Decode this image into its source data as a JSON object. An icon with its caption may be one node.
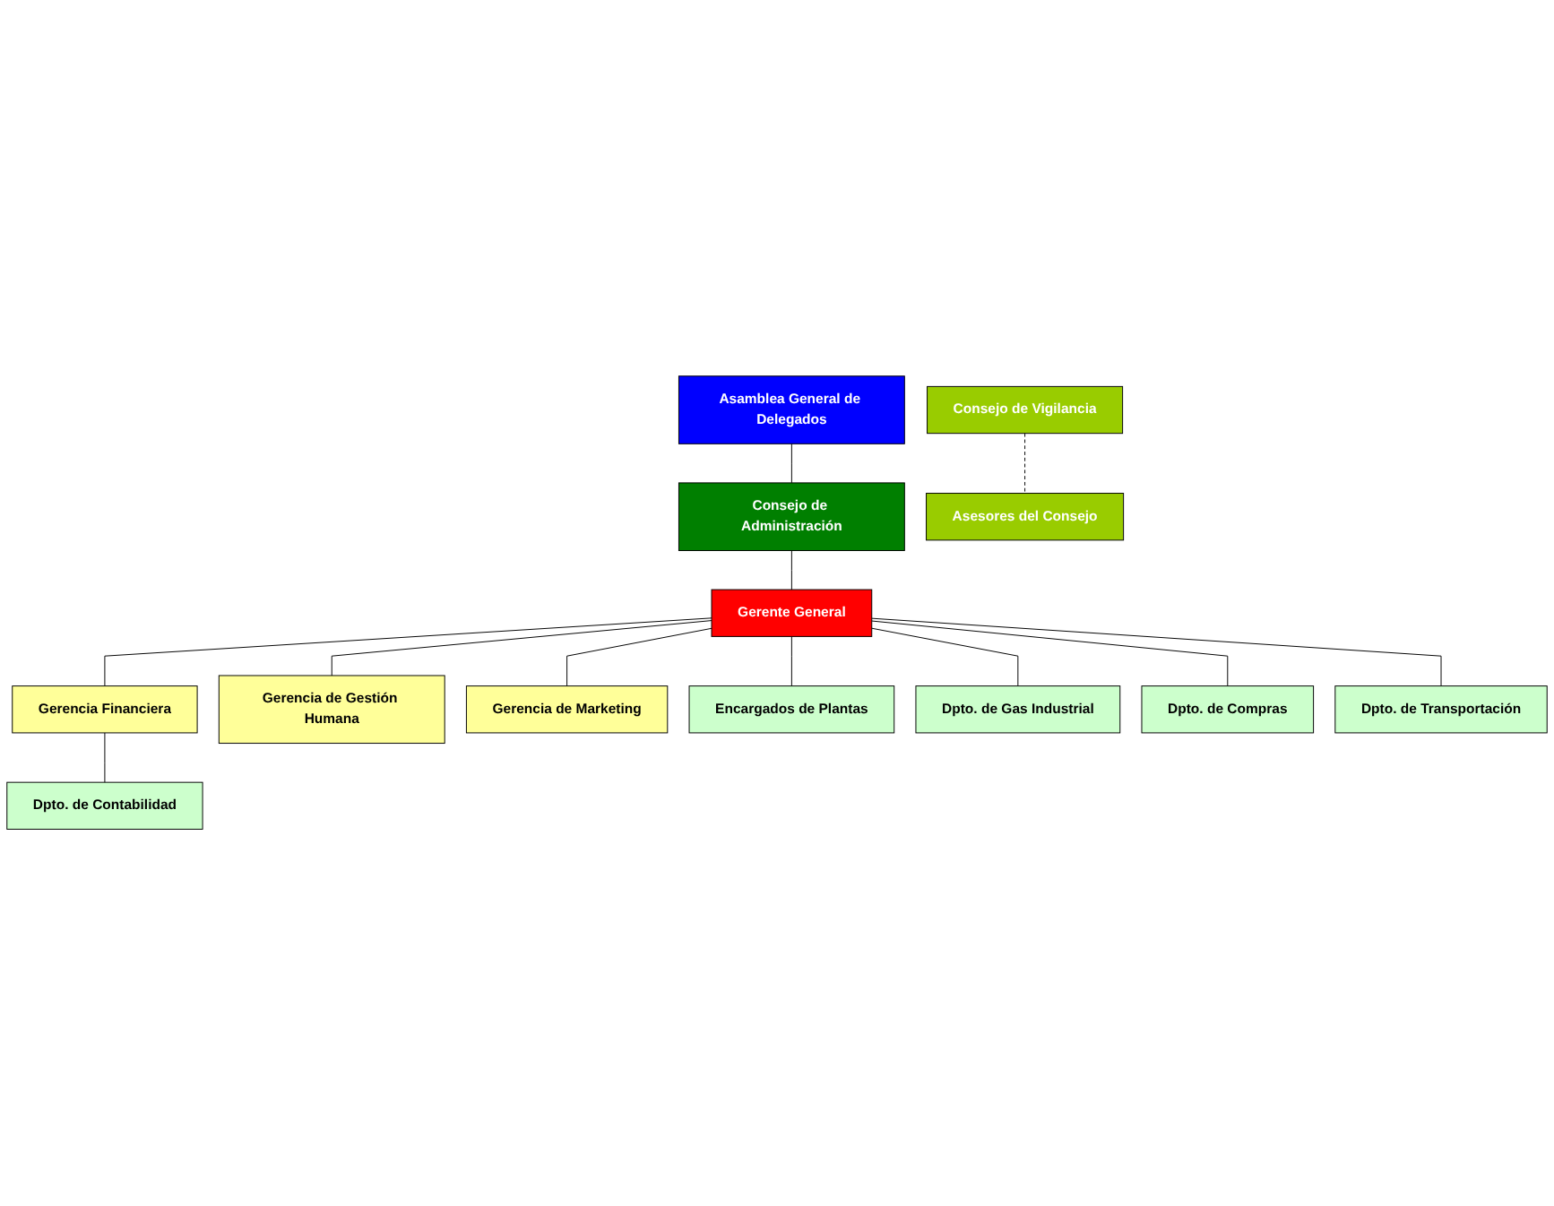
{
  "diagram": {
    "nodes": [
      {
        "text": [
          "Asamblea General de Delegados"
        ]
      },
      {
        "text": [
          "Consejo de Administración"
        ]
      },
      {
        "text": [
          "Consejo de Vigilancia"
        ]
      },
      {
        "text": [
          "Asesores del Consejo"
        ]
      },
      {
        "text": [
          "Gerente General"
        ]
      },
      {
        "text": [
          "Gerencia Financiera"
        ]
      },
      {
        "text": [
          "Gerencia de Gestión Humana"
        ]
      },
      {
        "text": [
          "Gerencia de Marketing"
        ]
      },
      {
        "text": [
          "Dpto. de Contabilidad"
        ]
      },
      {
        "text": [
          "Encargados de Plantas"
        ]
      },
      {
        "text": [
          "Dpto. de Gas Industrial"
        ]
      },
      {
        "text": [
          "Dpto. de Compras"
        ]
      },
      {
        "text": [
          "Dpto. de Transportación"
        ]
      }
    ],
    "edges": [
      {
        "from": 0,
        "to": 1,
        "arrow": "none"
      },
      {
        "from": 1,
        "to": 4,
        "arrow": "none"
      },
      {
        "from": 2,
        "to": 3,
        "arrow": "none",
        "style": "dashed"
      },
      {
        "from": 4,
        "to": 5,
        "arrow": "none"
      },
      {
        "from": 4,
        "to": 6,
        "arrow": "none"
      },
      {
        "from": 4,
        "to": 7,
        "arrow": "none"
      },
      {
        "from": 5,
        "to": 8,
        "arrow": "none"
      },
      {
        "from": 4,
        "to": 9,
        "arrow": "none"
      },
      {
        "from": 4,
        "to": 10,
        "arrow": "none"
      },
      {
        "from": 4,
        "to": 11,
        "arrow": "none"
      },
      {
        "from": 4,
        "to": 12,
        "arrow": "none"
      }
    ]
  }
}
